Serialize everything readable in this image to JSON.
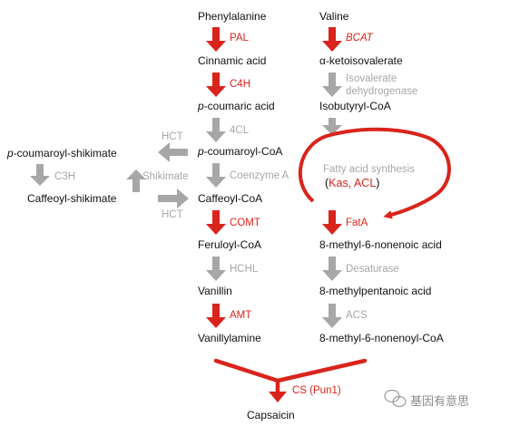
{
  "compounds": {
    "phenylalanine": "Phenylalanine",
    "cinnamic_acid": "Cinnamic acid",
    "p_prefix": "p",
    "p_coumaric_acid_rest": "-coumaric acid",
    "p_coumaroyl_coa_rest": "-coumaroyl-CoA",
    "caffeoyl_coa": "Caffeoyl-CoA",
    "feruloyl_coa": "Feruloyl-CoA",
    "vanillin": "Vanillin",
    "vanillylamine": "Vanillylamine",
    "p_coumaroyl_shikimate_rest": "-coumaroyl-shikimate",
    "caffeoyl_shikimate": "Caffeoyl-shikimate",
    "valine": "Valine",
    "alpha_ketoisovalerate": "α-ketoisovalerate",
    "isobutyryl_coa": "Isobutyryl-CoA",
    "methyl_nonenoic_acid": "8-methyl-6-nonenoic acid",
    "methylpentanoic_acid": "8-methylpentanoic acid",
    "methyl_nonenoyl_coa": "8-methyl-6-nonenoyl-CoA",
    "capsaicin": "Capsaicin"
  },
  "enzymes": {
    "pal": "PAL",
    "c4h": "C4H",
    "four_cl": "4CL",
    "coenzyme_a": "Coenzyme A",
    "comt": "COMT",
    "hchl": "HCHL",
    "amt": "AMT",
    "hct_top": "HCT",
    "hct_bottom": "HCT",
    "c3h": "C3H",
    "shikimate": "Shikimate",
    "bcat": "BCAT",
    "isovalerate_dh_line1": "Isovalerate",
    "isovalerate_dh_line2": "dehydrogenase",
    "fatty_acid_synthesis": "Fatty acid synthesis",
    "kas_acl_open": "(",
    "kas_acl": "Kas, ACL",
    "kas_acl_close": ")",
    "fata": "FatA",
    "desaturase": "Desaturase",
    "acs": "ACS",
    "cs_pun1": "CS (Pun1)"
  },
  "watermark": "基因有意思",
  "colors": {
    "red": "#d9241c",
    "grey": "#a7a7a7"
  }
}
